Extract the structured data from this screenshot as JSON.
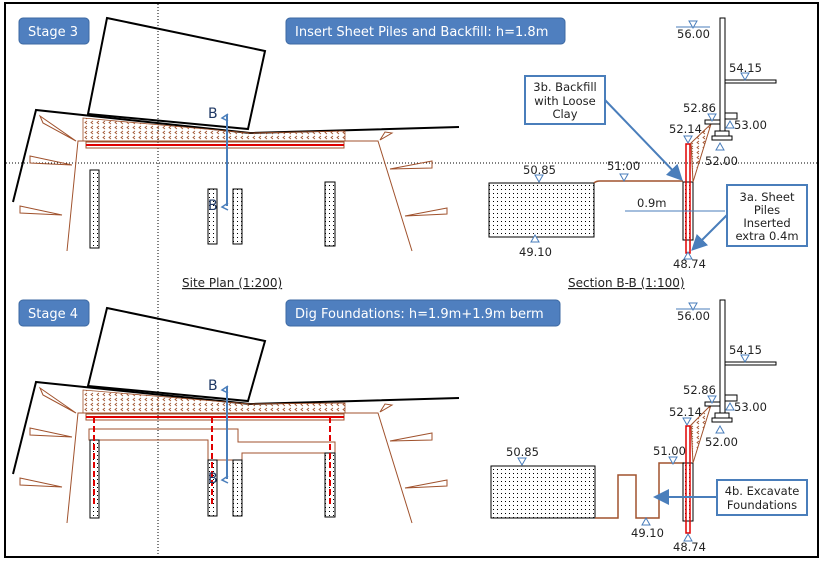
{
  "colors": {
    "badge": "#4f7fbf",
    "brown": "#a0522d",
    "red": "#e00000",
    "blue": "#4a7ebb"
  },
  "stage3": {
    "badge": "Stage 3",
    "title": "Insert Sheet Piles and Backfill:  h=1.8m",
    "plan_caption": "Site Plan (1:200)",
    "section_caption": "Section B-B (1:100)",
    "section_marker": "B",
    "levels": {
      "l5600": "56.00",
      "l5415": "54.15",
      "l5286": "52.86",
      "l5214": "52.14",
      "l5300": "53.00",
      "l5200": "52.00",
      "l5085": "50.85",
      "l5100": "51:00",
      "l4910": "49.10",
      "l4874": "48.74"
    },
    "dimension": "0.9m",
    "callout_3b": [
      "3b. Backfill",
      "with Loose",
      "Clay"
    ],
    "callout_3a": [
      "3a. Sheet",
      "Piles",
      "Inserted",
      "extra 0.4m"
    ]
  },
  "stage4": {
    "badge": "Stage 4",
    "title": "Dig Foundations: h=1.9m+1.9m  berm",
    "section_marker": "B",
    "levels": {
      "l5600": "56.00",
      "l5415": "54.15",
      "l5286": "52.86",
      "l5214": "52.14",
      "l5300": "53.00",
      "l5200": "52.00",
      "l5085": "50.85",
      "l5100": "51.00",
      "l4910": "49.10",
      "l4874": "48.74"
    },
    "callout_4b": [
      "4b. Excavate",
      "Foundations"
    ]
  }
}
